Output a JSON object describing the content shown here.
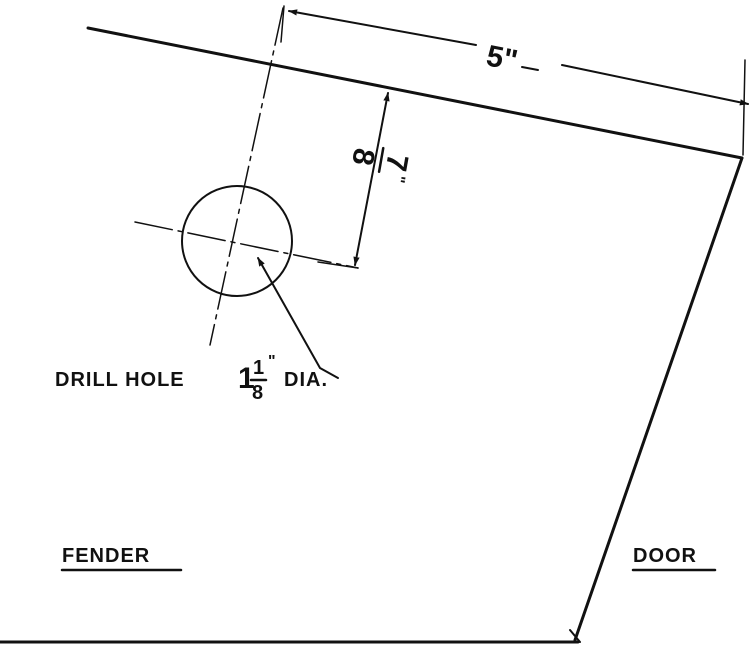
{
  "dimensions": {
    "width_label": "5\"",
    "offset_label": {
      "numerator": "7",
      "denominator": "8",
      "unit": "\""
    }
  },
  "note": {
    "prefix": "DRILL HOLE",
    "whole": "1",
    "numerator": "1",
    "denominator": "8",
    "unit": "\"",
    "suffix": "DIA."
  },
  "labels": {
    "left": "FENDER",
    "right": "DOOR"
  },
  "colors": {
    "ink": "#111111",
    "paper": "#ffffff"
  }
}
